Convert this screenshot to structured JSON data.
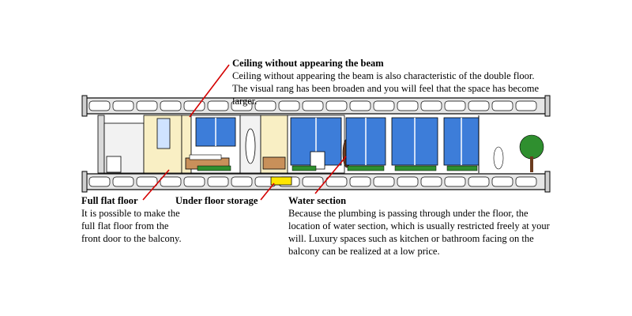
{
  "annotations": {
    "ceiling": {
      "title": "Ceiling without appearing the beam",
      "text": "Ceiling without appearing the beam is also characteristic of the double floor. The visual rang  has been broaden and you will feel that the space has become larger."
    },
    "floor": {
      "title": "Full flat floor",
      "text": "It is possible to make the full flat floor from the front door to the balcony."
    },
    "storage": {
      "title": "Under floor storage"
    },
    "water": {
      "title": "Water section",
      "text": "Because the plumbing is passing through under the floor, the location of water section, which is usually restricted freely at your will. Luxury spaces such as kitchen or bathroom facing on the balcony can be realized at a low price."
    }
  },
  "colors": {
    "slab": "#e6e6e6",
    "void": "#ffffff",
    "wall": "#d9d9d9",
    "wall_cream": "#f9efc4",
    "window": "#3d7dd9",
    "window_light": "#cfe3ff",
    "plant": "#2f8f2f",
    "storage": "#ffe600",
    "leader": "#d40000",
    "wood": "#c8905a"
  }
}
